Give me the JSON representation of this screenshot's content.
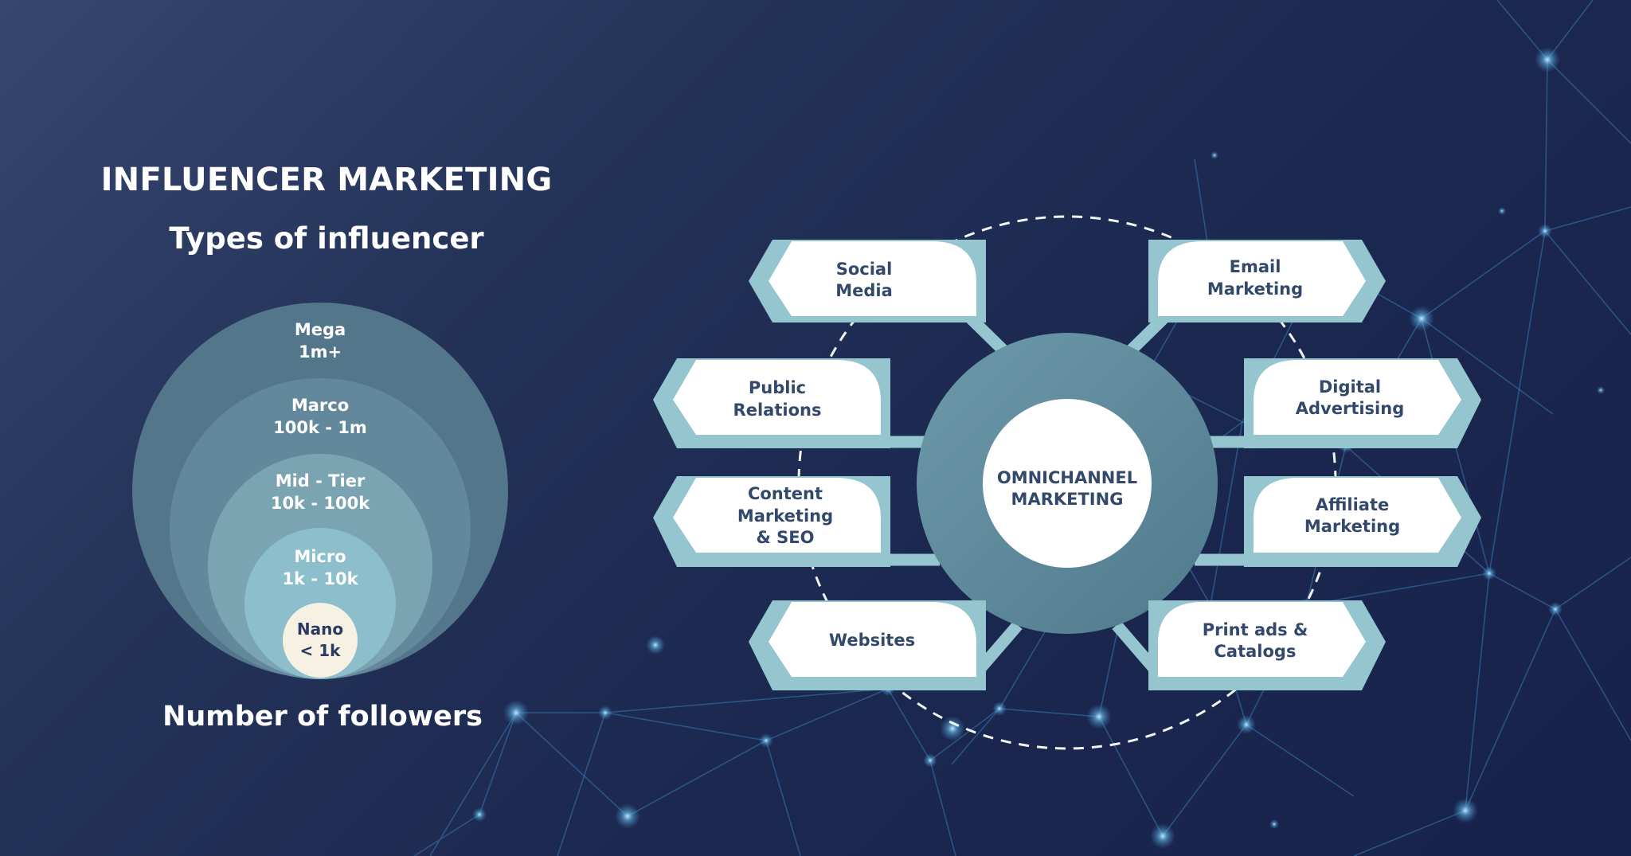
{
  "title": "INFLUENCER MARKETING",
  "subtitle": "Types of influencer",
  "footer_label": "Number of followers",
  "influencer_types": [
    {
      "name": "Mega",
      "range": "1m+"
    },
    {
      "name": "Marco",
      "range": "100k - 1m"
    },
    {
      "name": "Mid - Tier",
      "range": "10k - 100k"
    },
    {
      "name": "Micro",
      "range": "1k - 10k"
    },
    {
      "name": "Nano",
      "range": "< 1k"
    }
  ],
  "hub": {
    "line1": "OMNICHANNEL",
    "line2": "MARKETING"
  },
  "channels": {
    "social_media": [
      "Social",
      "Media"
    ],
    "public_relations": [
      "Public",
      "Relations"
    ],
    "content_marketing": [
      "Content",
      "Marketing",
      "& SEO"
    ],
    "websites": [
      "Websites"
    ],
    "email_marketing": [
      "Email",
      "Marketing"
    ],
    "digital_advertising": [
      "Digital",
      "Advertising"
    ],
    "affiliate_marketing": [
      "Affiliate",
      "Marketing"
    ],
    "print_ads": [
      "Print ads &",
      "Catalogs"
    ]
  },
  "colors": {
    "background": "#1b2850",
    "hub_ring": "#5d8899",
    "frame": "#95c5cf",
    "box": "#ffffff",
    "text": "#33496b",
    "nano_fill": "#f7f1e4"
  }
}
